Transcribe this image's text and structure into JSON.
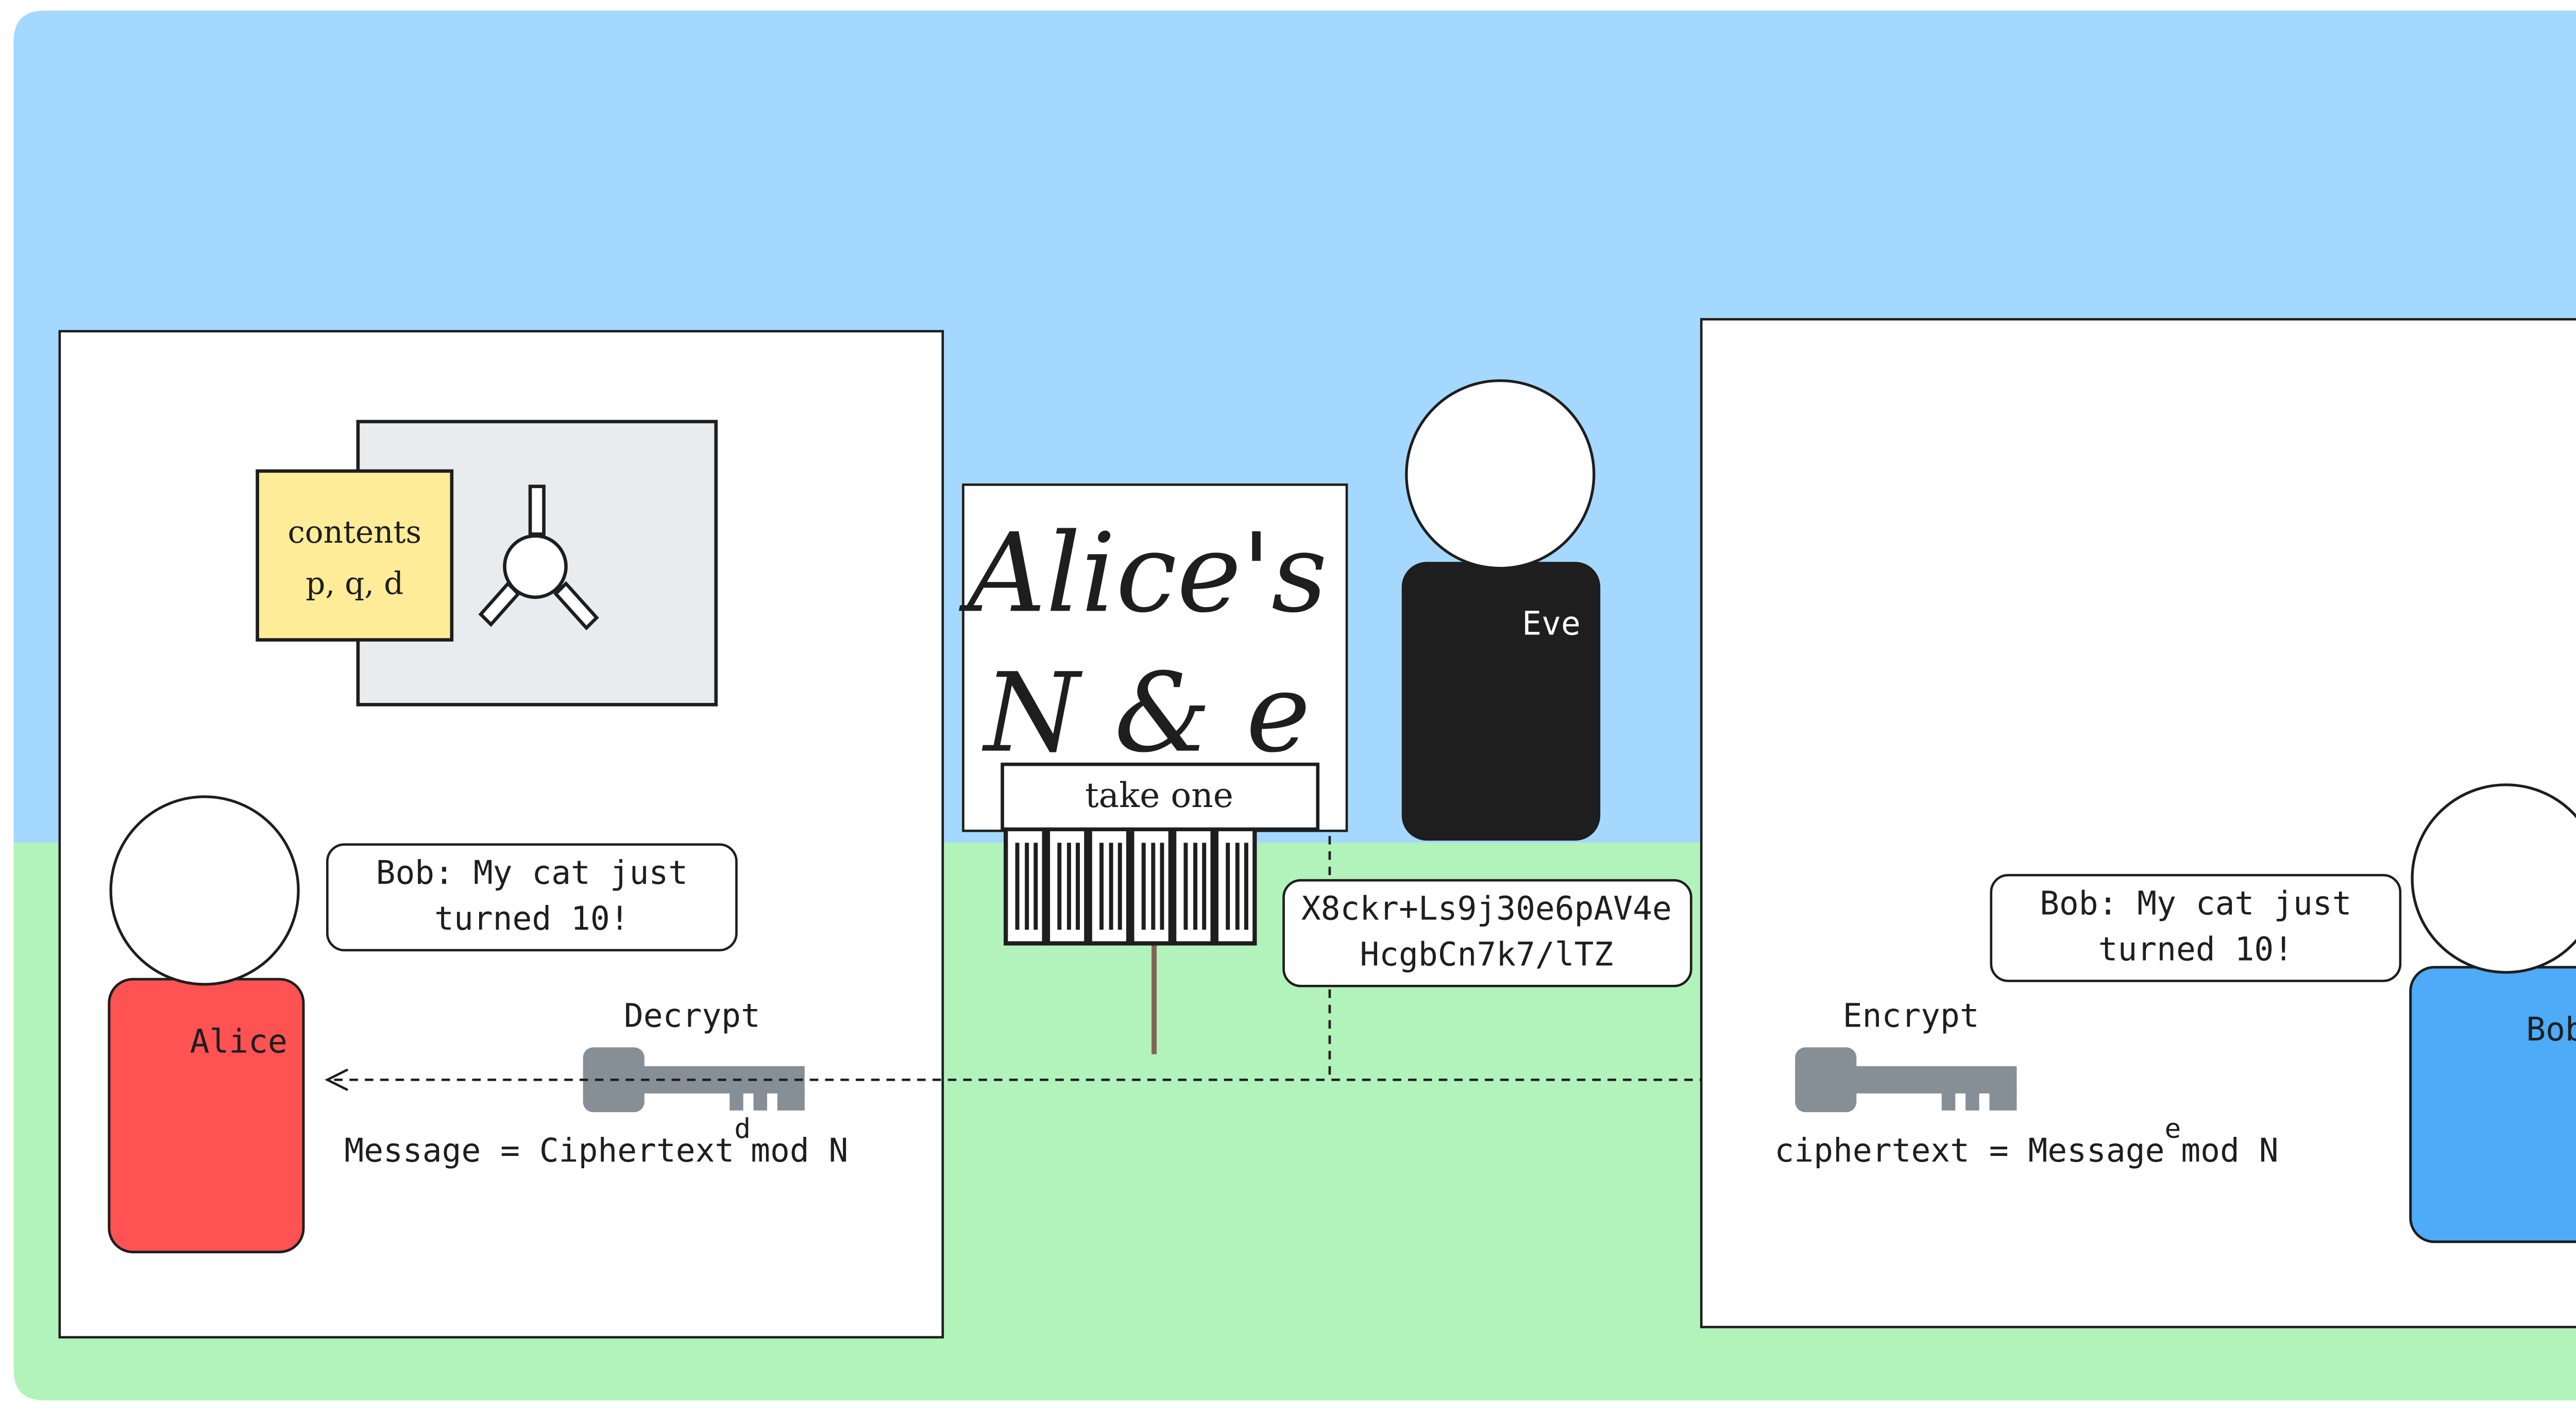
{
  "colors": {
    "sky": "#a5d8ff",
    "grass": "#b2f2bb",
    "alice": "#ff5252",
    "bob": "#4dabf7",
    "eve": "#1e1e1e",
    "safe": "#e9ecef",
    "sticky_note": "#ffec99",
    "key": "#868e96",
    "stroke": "#1e1e1e",
    "pole": "#846358"
  },
  "alice_room": {
    "safe": {
      "note_line1": "contents",
      "note_line2": "p, q, d",
      "icon": "safe-dial-icon"
    },
    "person_label": "Alice",
    "message_bubble": {
      "line1": "Bob: My cat just",
      "line2": "turned 10!"
    },
    "action_label": "Decrypt",
    "key_icon": "key-icon",
    "formula": {
      "left": "Message = Ciphertext",
      "exponent": "d",
      "right": "mod N"
    }
  },
  "sign": {
    "title_line1": "Alice's",
    "title_line2": "N & e",
    "tray_label": "take one",
    "pamphlet_count": 6
  },
  "eve": {
    "label": "Eve"
  },
  "ciphertext_bubble": {
    "line1": "X8ckr+Ls9j30e6pAV4e",
    "line2": "HcgbCn7k7/lTZ"
  },
  "bob_room": {
    "person_label": "Bob",
    "message_bubble": {
      "line1": "Bob: My cat just",
      "line2": "turned 10!"
    },
    "action_label": "Encrypt",
    "key_icon": "key-icon",
    "formula": {
      "left": "ciphertext = Message",
      "exponent": "e",
      "right": "mod N"
    }
  }
}
